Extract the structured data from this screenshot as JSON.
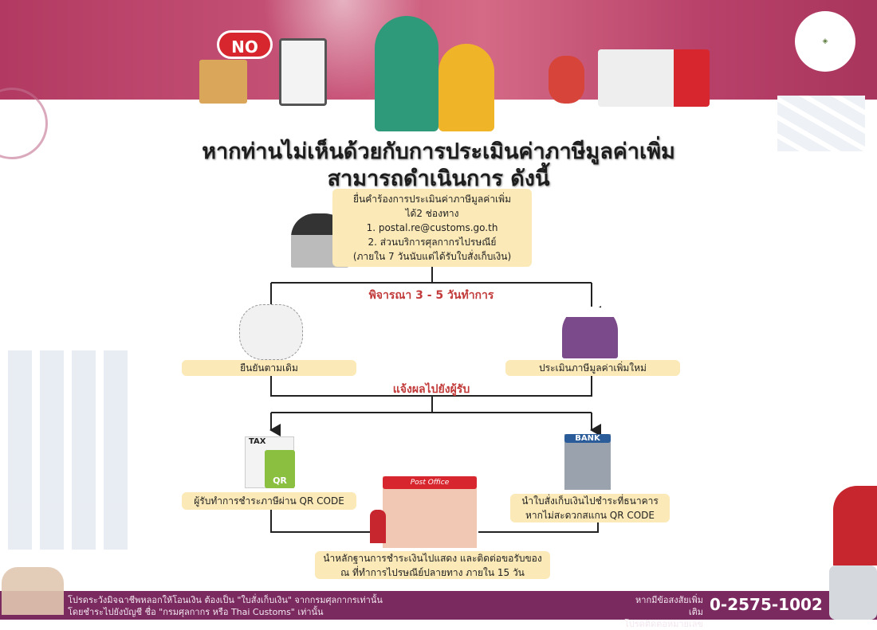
{
  "title": {
    "line1": "หากท่านไม่เห็นด้วยกับการประเมินค่าภาษีมูลค่าเพิ่ม",
    "line2": "สามารถดำเนินการ ดังนี้"
  },
  "step1": {
    "lines": [
      "ยื่นคำร้องการประเมินค่าภาษีมูลค่าเพิ่ม",
      "ได้2 ช่องทาง",
      "1. postal.re@customs.go.th",
      "2. ส่วนบริการศุลกากรไปรษณีย์",
      "(ภายใน 7 วันนับแต่ได้รับใบสั่งเก็บเงิน)"
    ]
  },
  "consider_label": "พิจารณา 3 - 5 วันทำการ",
  "result_left": "ยืนยันตามเดิม",
  "result_right": "ประเมินภาษีมูลค่าเพิ่มใหม่",
  "notify_label": "แจ้งผลไปยังผู้รับ",
  "pay_left": "ผู้รับทำการชำระภาษีผ่าน QR CODE",
  "pay_right": {
    "line1": "นำใบสั่งเก็บเงินไปชำระที่ธนาคาร",
    "line2": "หากไม่สะดวกสแกน QR CODE"
  },
  "final": {
    "line1": "นำหลักฐานการชำระเงินไปแสดง และติดต่อขอรับของ",
    "line2": "ณ ที่ทำการไปรษณีย์ปลายทาง ภายใน 15 วัน"
  },
  "illustrations": {
    "no": "NO",
    "tax": "TAX",
    "qr": "QR",
    "bank": "BANK",
    "post_office": "Post Office"
  },
  "footer": {
    "warning1": "โปรดระวังมิจฉาชีพหลอกให้โอนเงิน ต้องเป็น \"ใบสั่งเก็บเงิน\" จากกรมศุลกากรเท่านั้น",
    "warning2": "โดยชำระไปยังบัญชี ชื่อ \"กรมศุลกากร หรือ Thai Customs\" เท่านั้น",
    "contact1": "หากมีข้อสงสัยเพิ่มเติม",
    "contact2": "โปรดติดต่อหมายเลข",
    "phone": "0-2575-1002"
  },
  "colors": {
    "banner": "#c24c72",
    "box": "#fbe9b7",
    "accent_red": "#c23a3a",
    "footer": "#7b2a60"
  }
}
